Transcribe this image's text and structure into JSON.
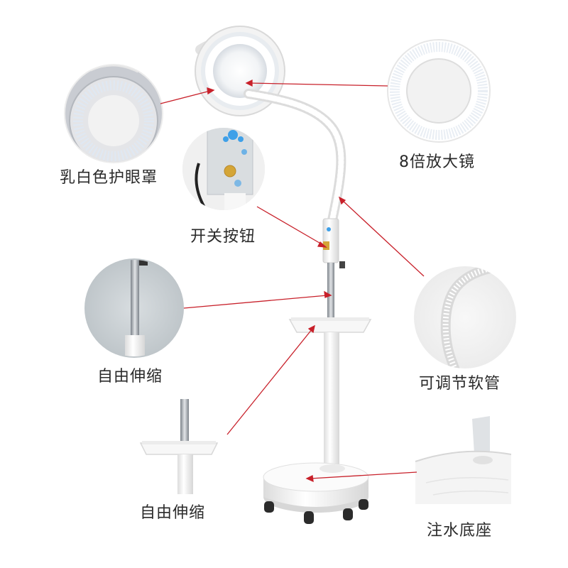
{
  "labels": {
    "eye_cover": "乳白色护眼罩",
    "magnifier": "8倍放大镜",
    "switch": "开关按钮",
    "telescopic_upper": "自由伸缩",
    "flexible_tube": "可调节软管",
    "telescopic_lower": "自由伸缩",
    "water_base": "注水底座"
  },
  "colors": {
    "arrow": "#c8202a",
    "lamp_white": "#f4f4f4",
    "metal": "#9aa0a6",
    "led": "#e6eef8",
    "flower": "#3fa0e8",
    "brass": "#d4a537"
  }
}
